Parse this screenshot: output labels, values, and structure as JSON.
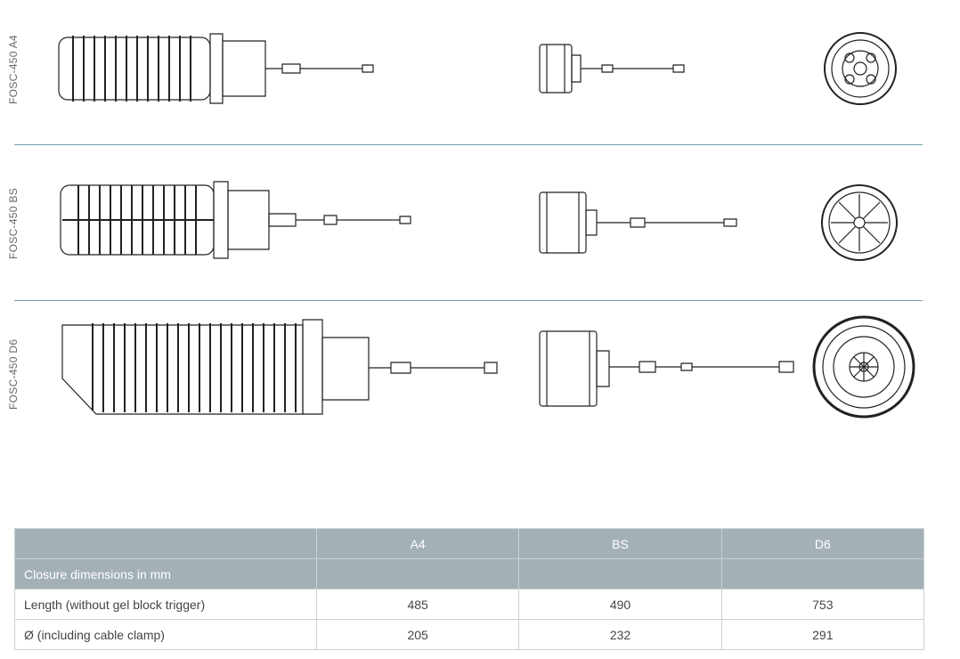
{
  "rows": [
    {
      "label": "FOSC-450 A4"
    },
    {
      "label": "FOSC-450 BS"
    },
    {
      "label": "FOSC-450 D6"
    }
  ],
  "table": {
    "headers": [
      "",
      "A4",
      "BS",
      "D6"
    ],
    "section_label": "Closure dimensions in mm",
    "rows": [
      {
        "label": "Length (without gel block trigger)",
        "values": [
          "485",
          "490",
          "753"
        ]
      },
      {
        "label": "Ø (including cable clamp)",
        "values": [
          "205",
          "232",
          "291"
        ]
      }
    ]
  },
  "colors": {
    "divider": "#6fa3b3",
    "table_header": "#a3b0b6",
    "line_art": "#222222"
  }
}
